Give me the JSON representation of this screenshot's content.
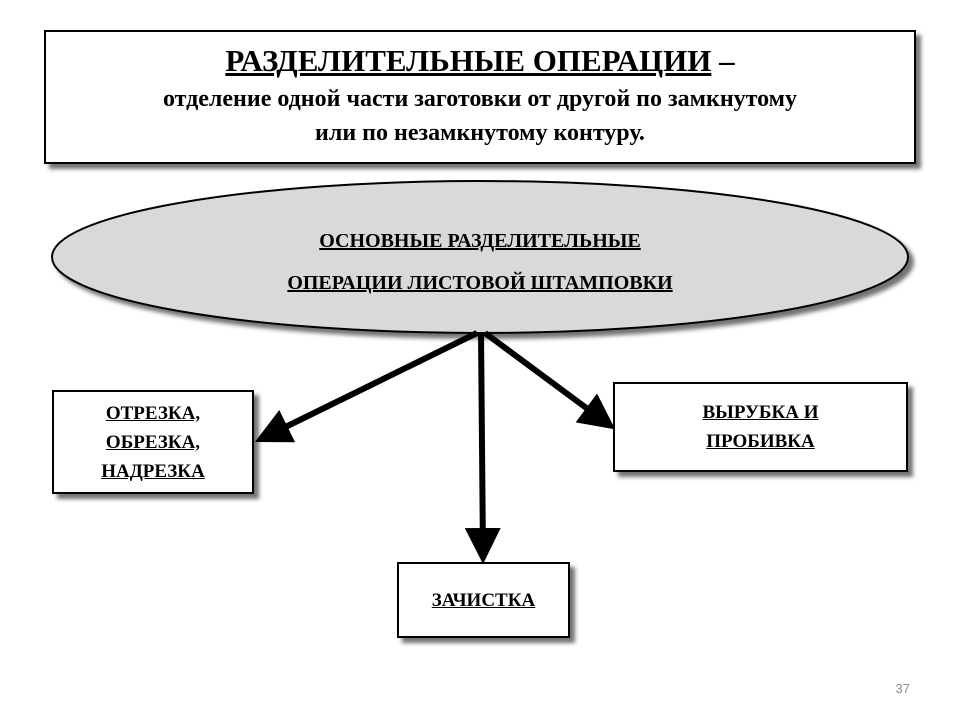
{
  "title": {
    "heading": "РАЗДЕЛИТЕЛЬНЫЕ ОПЕРАЦИИ",
    "dash": " –",
    "definition_line1": "отделение одной части заготовки от другой по замкнутому",
    "definition_line2": "или по незамкнутому контуру."
  },
  "central_node": {
    "line1": "ОСНОВНЫЕ РАЗДЕЛИТЕЛЬНЫЕ",
    "line2": "ОПЕРАЦИИ ЛИСТОВОЙ ШТАМПОВКИ",
    "fill": "#d9d9d9"
  },
  "branches": {
    "left": {
      "line1": "ОТРЕЗКА,",
      "line2": "ОБРЕЗКА,",
      "line3": "НАДРЕЗКА"
    },
    "right": {
      "line1": "ВЫРУБКА И",
      "line2": "ПРОБИВКА"
    },
    "bottom": {
      "line1": "ЗАЧИСТКА"
    }
  },
  "footer": {
    "slide_number": "37"
  }
}
